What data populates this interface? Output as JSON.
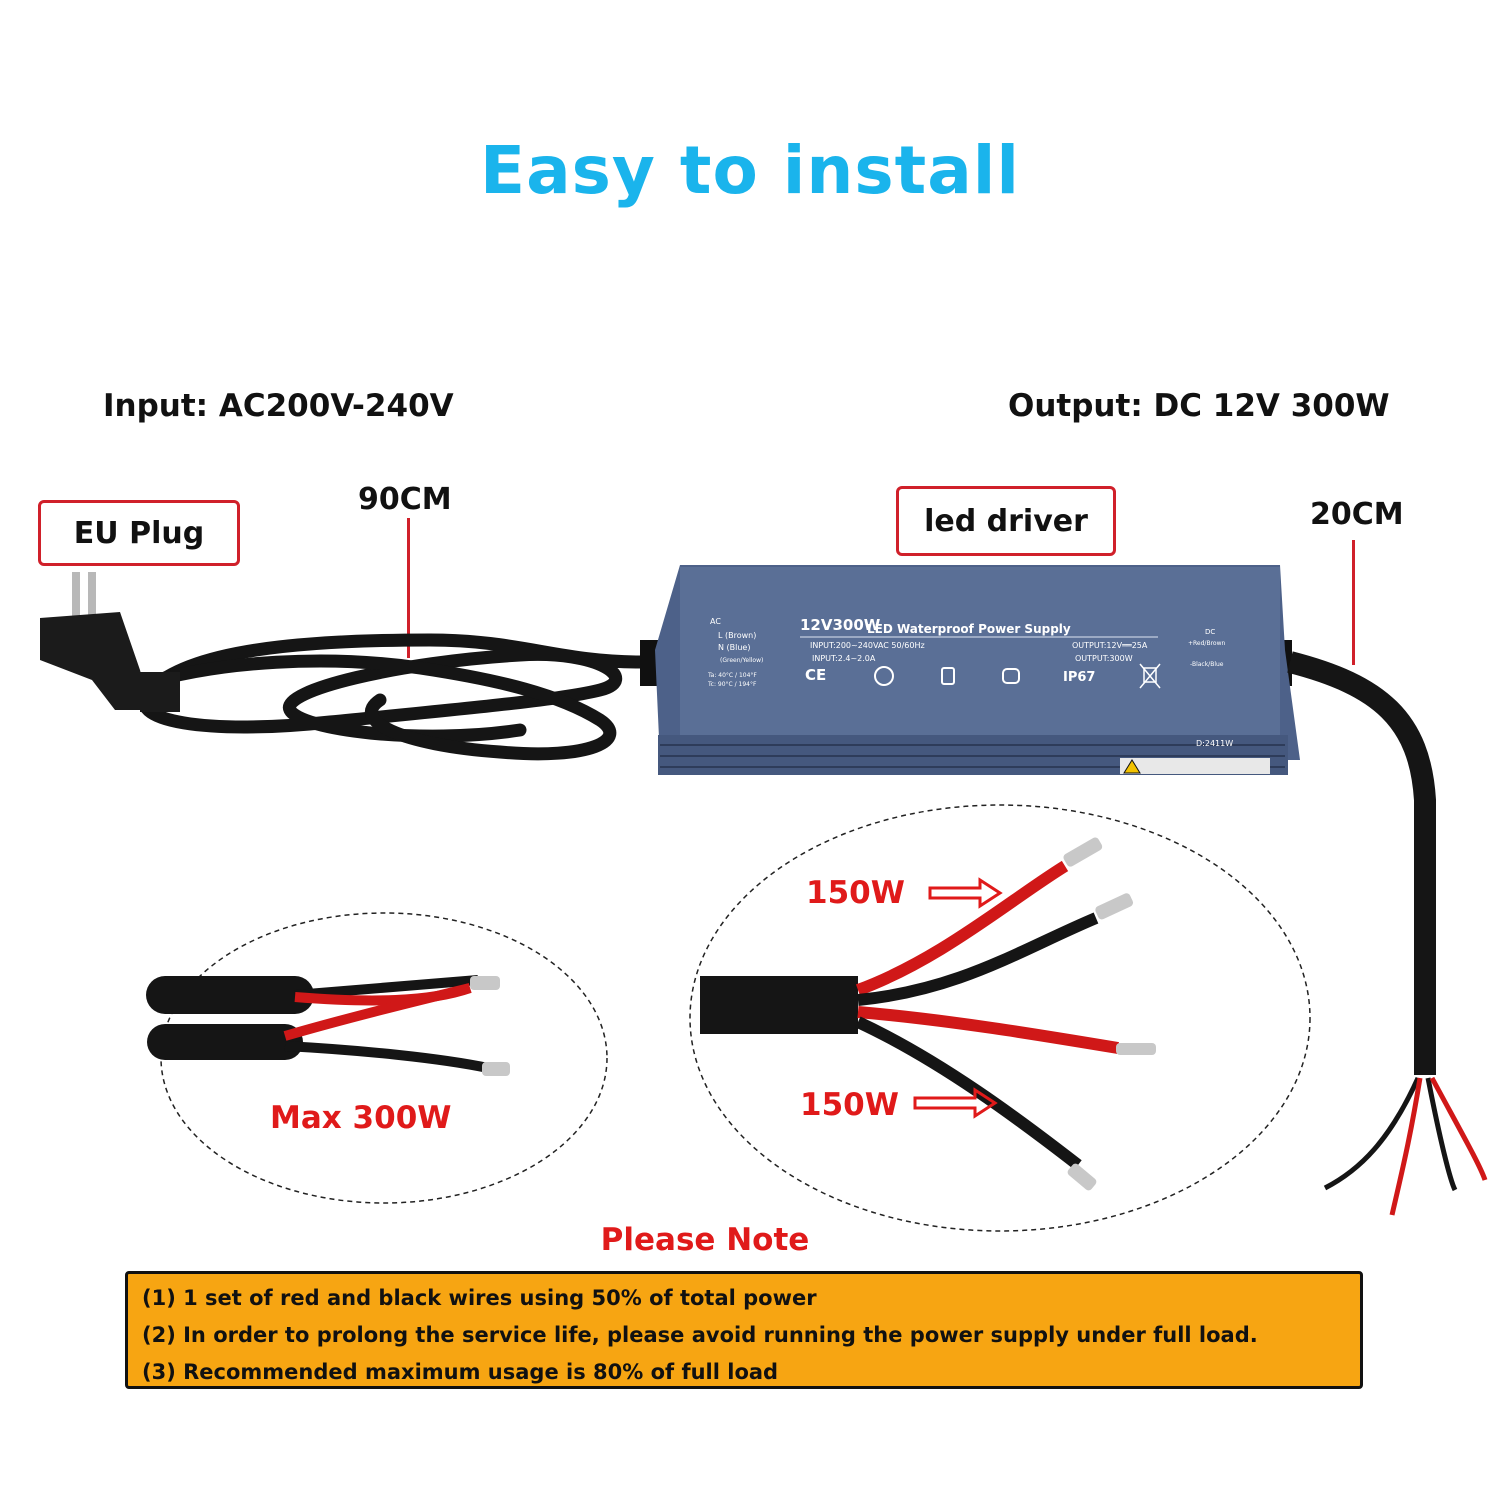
{
  "title": "Easy to install",
  "input_spec": "Input: AC200V-240V",
  "output_spec": "Output: DC 12V 300W",
  "labels": {
    "plug": "EU Plug",
    "input_cable_length": "90CM",
    "driver": "led driver",
    "output_cable_length": "20CM"
  },
  "driver_face": {
    "model": "12V300W",
    "description": "LED Waterproof Power Supply",
    "input_line1": "INPUT:200~240VAC 50/60Hz",
    "input_line2": "INPUT:2.4~2.0A",
    "output_line1": "OUTPUT:12V══25A",
    "output_line2": "OUTPUT:300W",
    "ac_label": "AC",
    "ac_l": "L (Brown)",
    "ac_n": "N (Blue)",
    "ac_g": "(Green/Yellow)",
    "ta": "Ta: 40°C / 104°F",
    "tc": "Tc: 90°C / 194°F",
    "dc_label": "DC",
    "dc_pos": "+Red/Brown",
    "dc_neg": "-Black/Blue",
    "ce": "CE",
    "ip": "IP67",
    "code": "D:2411W"
  },
  "callouts": {
    "max_power": "Max 300W",
    "split_top": "150W",
    "split_bottom": "150W"
  },
  "note": {
    "title": "Please Note",
    "lines": [
      "(1) 1 set of red and black wires using 50% of total power",
      "(2) In order to prolong the service life, please avoid running the power supply under full load.",
      "(3) Recommended maximum usage is 80% of full load"
    ]
  },
  "colors": {
    "title": "#1ab4ec",
    "accent_red": "#e01a1a",
    "label_border": "#d0202a",
    "note_bg": "#f7a512",
    "driver_body": "#5a6f96"
  }
}
